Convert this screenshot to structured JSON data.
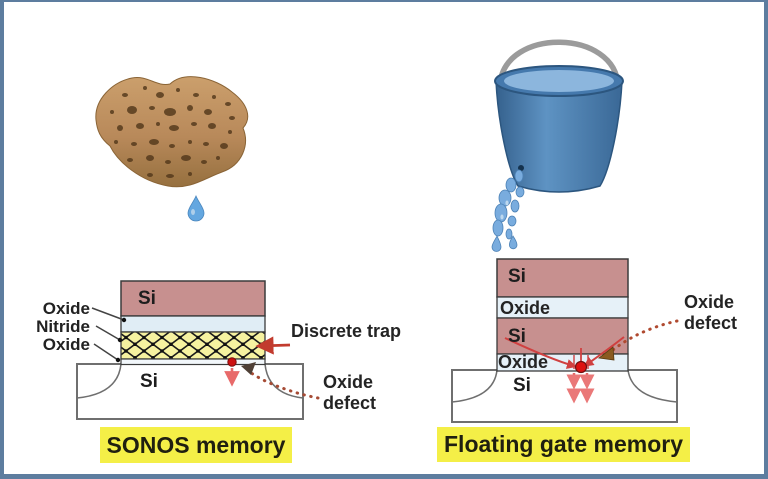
{
  "frame": {
    "border_color": "#5d7d9f",
    "background": "#ffffff"
  },
  "left": {
    "analogy_icon": "sponge",
    "water_drop_icon": "single-drop",
    "labels": {
      "oxide_top": "Oxide",
      "nitride": "Nitride",
      "oxide_bottom": "Oxide"
    },
    "gate_label": "Si",
    "substrate_label": "Si",
    "discrete_trap_label": "Discrete trap",
    "oxide_defect_label": "Oxide defect",
    "caption": "SONOS memory"
  },
  "right": {
    "analogy_icon": "bucket",
    "water_leak_icon": "leaking-stream",
    "layers": {
      "control_gate": "Si",
      "top_oxide": "Oxide",
      "floating_gate": "Si",
      "tunnel_oxide": "Oxide"
    },
    "substrate_label": "Si",
    "oxide_defect_label": "Oxide defect",
    "caption": "Floating gate memory"
  },
  "colors": {
    "si_layer": "#c7908f",
    "oxide_layer": "#e0edf5",
    "nitride_layer": "#f6f2a0",
    "caption_highlight": "#f4ef47",
    "defect_red": "#cc1111",
    "arrow_red": "#c23b2e",
    "leak_blue": "#79acde",
    "sponge_brown": "#b8895a",
    "bucket_blue": "#4579ad",
    "frame_blue": "#5d7d9f"
  }
}
